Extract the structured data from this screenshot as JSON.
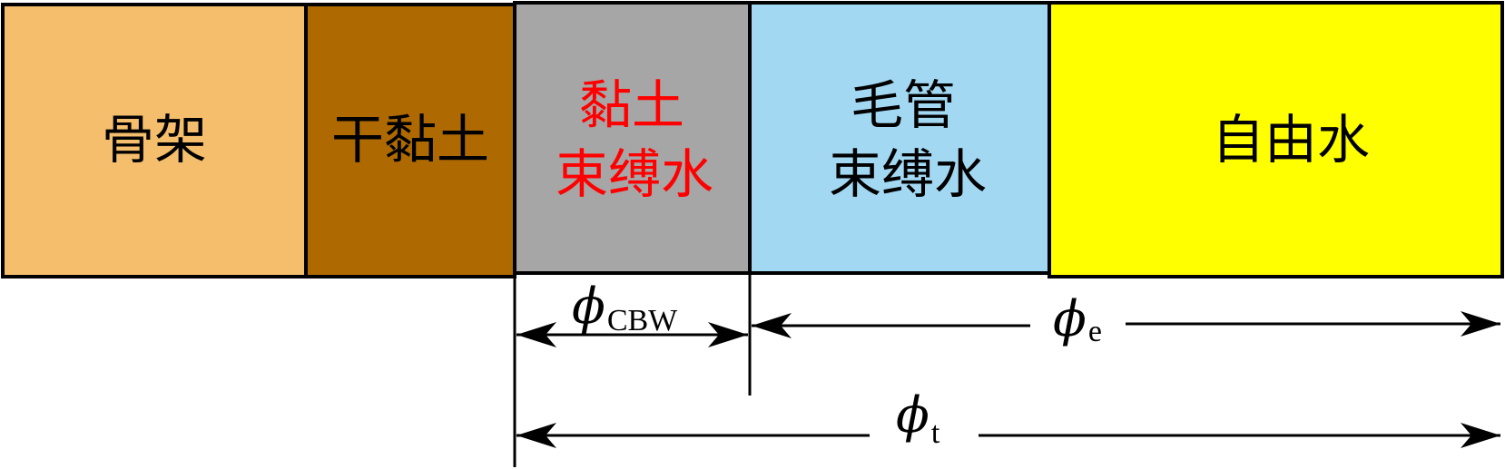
{
  "blocks": [
    {
      "id": "skeleton",
      "lines": [
        "骨架"
      ],
      "color": "#F4BE6C",
      "text_color": "#000000"
    },
    {
      "id": "dry-clay",
      "lines": [
        "干黏土"
      ],
      "color": "#AE6A00",
      "text_color": "#000000"
    },
    {
      "id": "clay-bound-water",
      "lines": [
        "黏土",
        "束缚水"
      ],
      "color": "#A6A6A6",
      "text_color": "#FF0000"
    },
    {
      "id": "capillary-bound-water",
      "lines": [
        "毛管",
        "束缚水"
      ],
      "color": "#A3D8F3",
      "text_color": "#000000"
    },
    {
      "id": "free-water",
      "lines": [
        "自由水"
      ],
      "color": "#FFFF00",
      "text_color": "#000000"
    }
  ],
  "dimensions": [
    {
      "id": "phi-cbw",
      "symbol": "ϕ",
      "subscript": "CBW"
    },
    {
      "id": "phi-e",
      "symbol": "ϕ",
      "subscript": "e"
    },
    {
      "id": "phi-t",
      "symbol": "ϕ",
      "subscript": "t"
    }
  ]
}
